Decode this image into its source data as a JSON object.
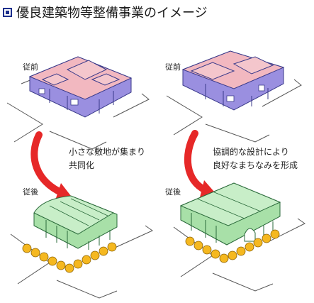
{
  "title": "優良建築物等整備事業のイメージ",
  "left": {
    "before_label": "従前",
    "after_label": "従後",
    "caption_line1": "小さな敷地が集まり",
    "caption_line2": "共同化"
  },
  "right": {
    "before_label": "従前",
    "after_label": "従後",
    "caption_line1": "協調的な設計により",
    "caption_line2": "良好なまちなみを形成"
  },
  "colors": {
    "title_icon": "#1c2f8c",
    "before_building": "#9a8fe0",
    "before_roof": "#f2b8c0",
    "after_building": "#a8e0a8",
    "tree": "#f5b820",
    "arrow": "#e62828"
  }
}
